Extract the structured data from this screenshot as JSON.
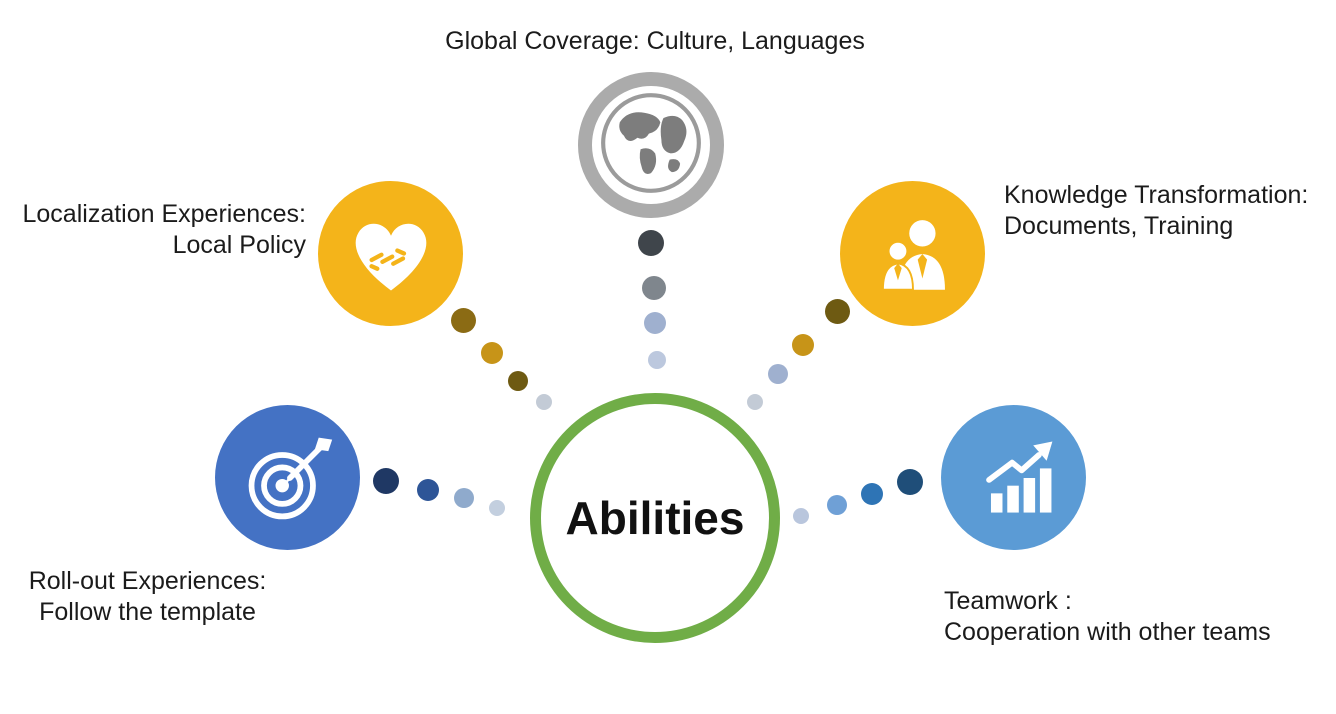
{
  "title": "Abilities",
  "colors": {
    "center_ring": "#70AD47",
    "gray_node_ring": "#ABABAB",
    "gold_node": "#F4B41A",
    "blue_node": "#4472C4",
    "light_blue_node": "#5B9BD5",
    "text": "#1B1B1B"
  },
  "nodes": {
    "global": {
      "label_line1": "Global Coverage: Culture, Languages",
      "icon": "globe-icon"
    },
    "localization": {
      "label_line1": "Localization Experiences:",
      "label_line2": "Local Policy",
      "icon": "handshake-heart-icon"
    },
    "knowledge": {
      "label_line1": "Knowledge Transformation:",
      "label_line2": "Documents, Training",
      "icon": "people-icon"
    },
    "rollout": {
      "label_line1": "Roll-out Experiences:",
      "label_line2": "Follow the template",
      "icon": "target-dart-icon"
    },
    "teamwork": {
      "label_line1": "Teamwork :",
      "label_line2": "Cooperation with other teams",
      "icon": "bar-chart-arrow-icon"
    }
  },
  "trails": {
    "top": [
      "#3F454B",
      "#7F868D",
      "#9FB0CF",
      "#BCC8DE"
    ],
    "upper_left": [
      "#8B6B14",
      "#C79418",
      "#6E5A12",
      "#C3CBD6"
    ],
    "upper_right": [
      "#6E5A12",
      "#C79418",
      "#9FB0CF",
      "#C3CBD6"
    ],
    "lower_left": [
      "#1F3864",
      "#2E5597",
      "#8FAACC",
      "#C3CFDF"
    ],
    "lower_right": [
      "#B9C6DD",
      "#6FA0D6",
      "#2E74B5",
      "#1F4E79"
    ]
  }
}
